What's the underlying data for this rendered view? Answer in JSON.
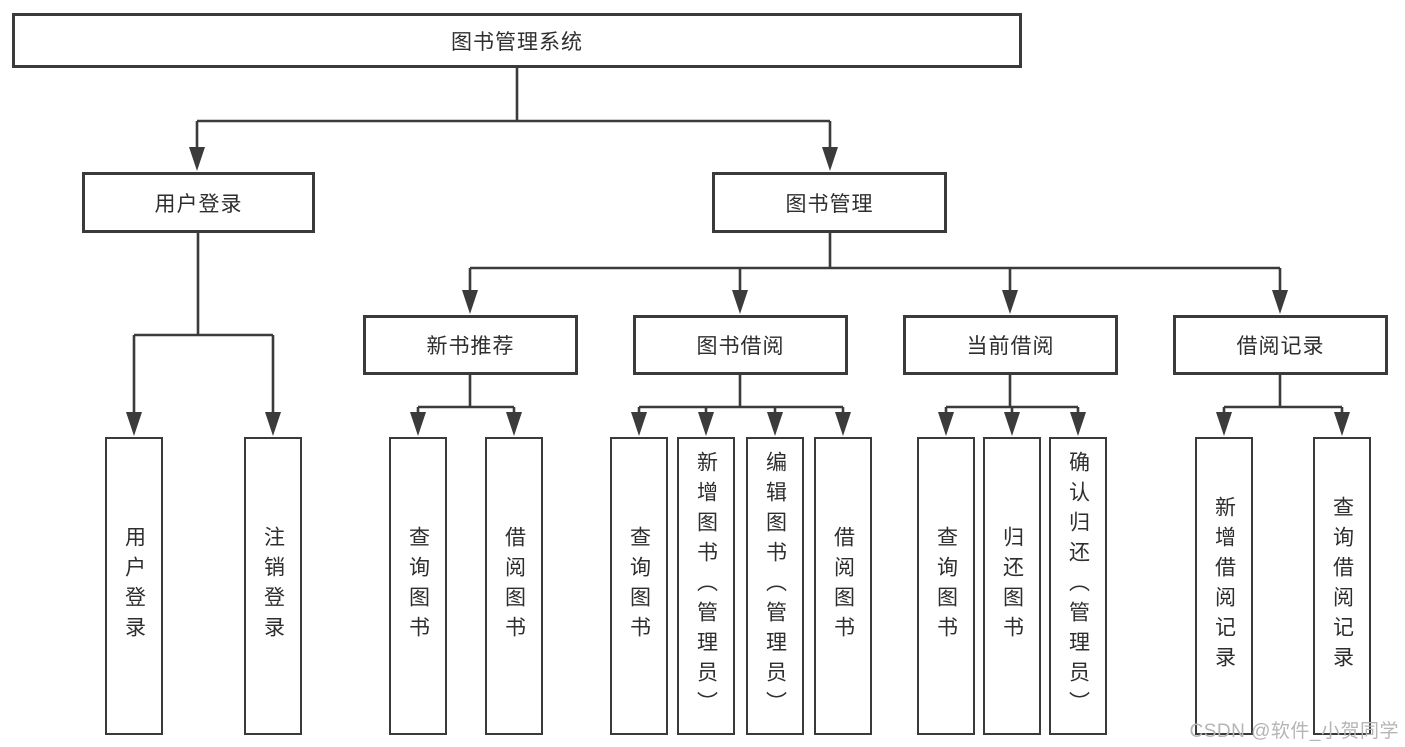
{
  "diagram": {
    "title": "图书管理系统",
    "root": {
      "label": "图书管理系统"
    },
    "level2": {
      "user_login_group": {
        "label": "用户登录"
      },
      "book_management": {
        "label": "图书管理"
      }
    },
    "level3": {
      "new_book_recommend": {
        "label": "新书推荐"
      },
      "book_borrowing": {
        "label": "图书借阅"
      },
      "current_borrowing": {
        "label": "当前借阅"
      },
      "borrowing_records": {
        "label": "借阅记录"
      }
    },
    "leaves": {
      "user_login": {
        "label": "用户登录"
      },
      "logout": {
        "label": "注销登录"
      },
      "nb_query_book": {
        "label": "查询图书"
      },
      "nb_borrow_book": {
        "label": "借阅图书"
      },
      "bb_query_book": {
        "label": "查询图书"
      },
      "bb_add_book": {
        "label": "新增图书（管理员）"
      },
      "bb_edit_book": {
        "label": "编辑图书（管理员）"
      },
      "bb_borrow_book": {
        "label": "借阅图书"
      },
      "cb_query_book": {
        "label": "查询图书"
      },
      "cb_return_book": {
        "label": "归还图书"
      },
      "cb_confirm_return": {
        "label": "确认归还（管理员）"
      },
      "br_add_record": {
        "label": "新增借阅记录"
      },
      "br_query_record": {
        "label": "查询借阅记录"
      }
    }
  },
  "watermark": {
    "text": "CSDN @软件_小贺同学",
    "color": "#b5b5b5"
  },
  "colors": {
    "line": "#3b3b3b",
    "border": "#3a3a3a",
    "text": "#2e2e2e",
    "watermark": "#b5b5b5",
    "background": "#ffffff"
  }
}
